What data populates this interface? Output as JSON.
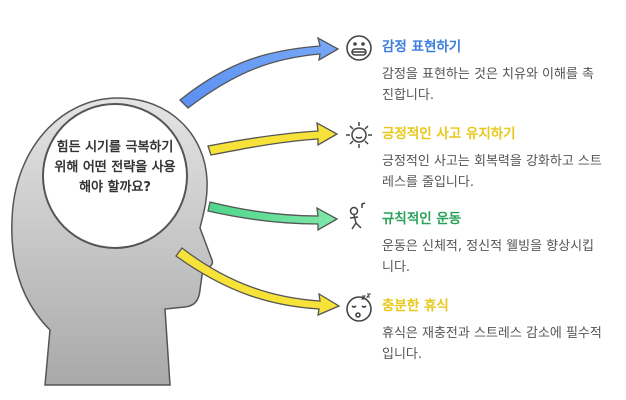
{
  "center": {
    "text": "힘든 시기를 극복하기 위해 어떤 전략을 사용해야 할까요?"
  },
  "items": [
    {
      "title": "감정 표현하기",
      "desc": "감정을 표현하는 것은 치유와 이해를 촉진합니다.",
      "color": "#3b7ddd",
      "icon": "grimace-face-icon"
    },
    {
      "title": "긍정적인 사고 유지하기",
      "desc": "긍정적인 사고는 회복력을 강화하고 스트레스를 줄입니다.",
      "color": "#e8c81a",
      "icon": "sun-icon"
    },
    {
      "title": "규칙적인 운동",
      "desc": "운동은 신체적, 정신적 웰빙을 향상시킵니다.",
      "color": "#2aa35a",
      "icon": "running-person-icon"
    },
    {
      "title": "충분한 휴식",
      "desc": "휴식은 재충전과 스트레스 감소에 필수적입니다.",
      "color": "#e8c81a",
      "icon": "sleeping-face-icon"
    }
  ]
}
